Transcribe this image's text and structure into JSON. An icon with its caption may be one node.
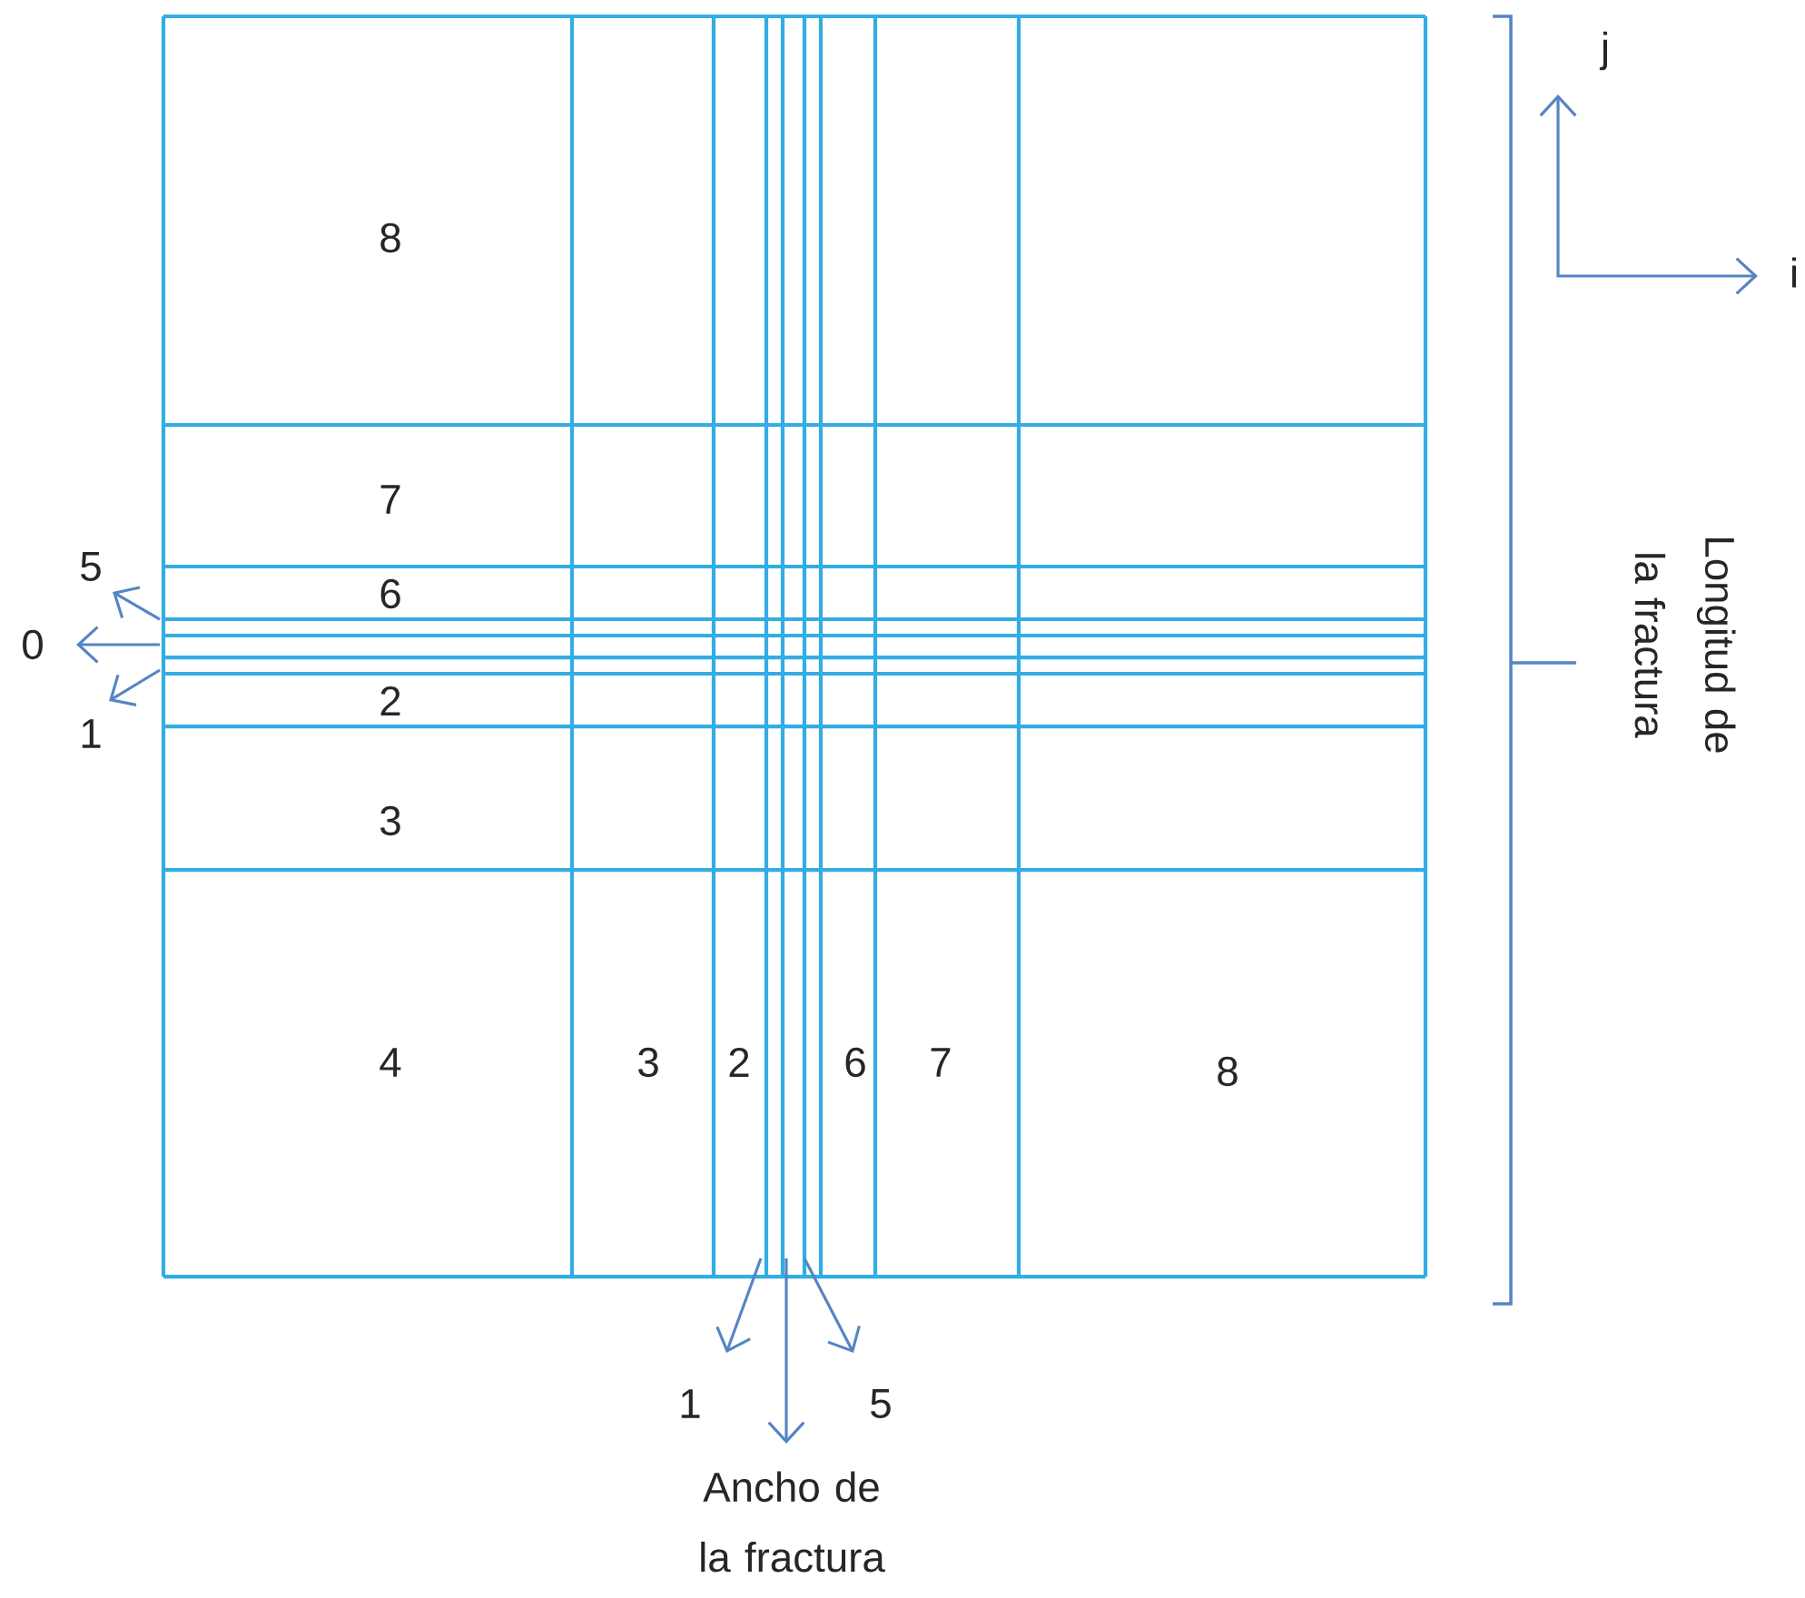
{
  "diagram": {
    "labels": [
      "j",
      "8",
      "i",
      "Longitud de la fractura",
      "7",
      "5",
      "6",
      "0",
      "1",
      "2",
      "3",
      "4",
      "3",
      "2",
      "6",
      "7",
      "8",
      "1",
      "5",
      "Ancho de la fractura"
    ]
  }
}
